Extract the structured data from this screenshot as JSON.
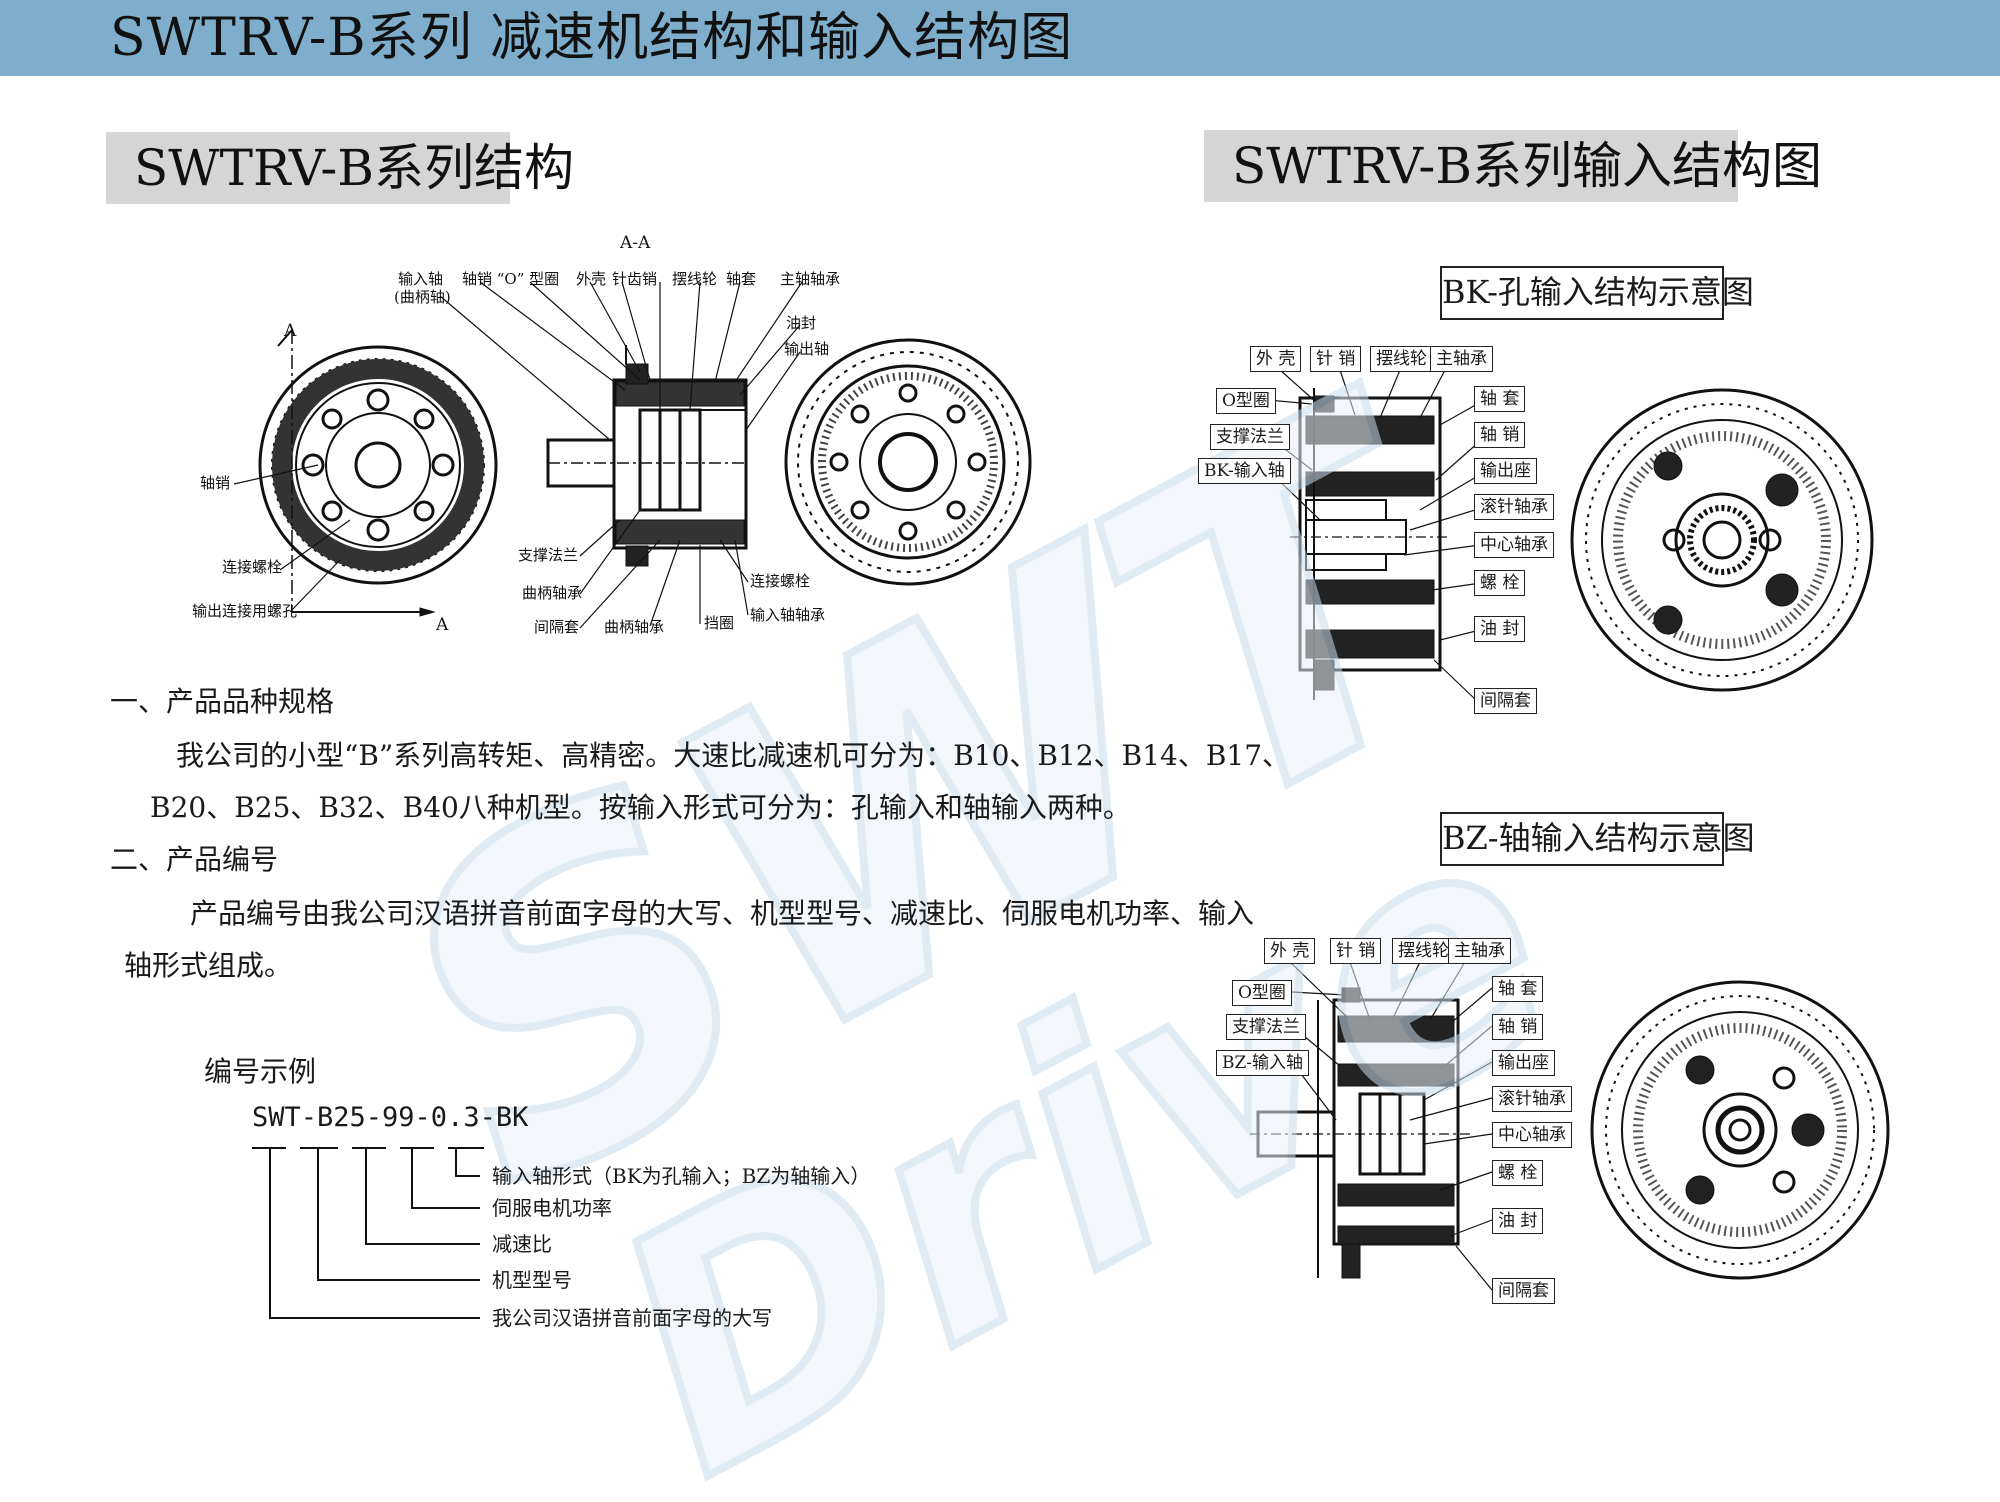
{
  "header": {
    "title": "SWTRV-B系列  减速机结构和输入结构图"
  },
  "left_section": {
    "heading": "SWTRV-B系列结构",
    "diagram": {
      "section_mark": "A-A",
      "view_mark_top": "A",
      "view_mark_bottom": "A",
      "labels": {
        "input_shaft": "输入轴",
        "input_shaft_sub": "(曲柄轴)",
        "pin_o_ring": "轴销 “O” 型圈",
        "housing": "外壳",
        "needle_pin": "针齿销",
        "cycloid": "摆线轮",
        "sleeve": "轴套",
        "main_bearing": "主轴轴承",
        "oil_seal": "油封",
        "output_shaft": "输出轴",
        "pin": "轴销",
        "bolt": "连接螺栓",
        "output_hole": "输出连接用螺孔",
        "support_flange": "支撑法兰",
        "crank_bearing": "曲柄轴承",
        "spacer": "间隔套",
        "crank_bearing2": "曲柄轴承",
        "retainer": "挡圈",
        "input_bearing": "输入轴轴承",
        "bolt2": "连接螺栓"
      }
    }
  },
  "right_section": {
    "heading": "SWTRV-B系列输入结构图",
    "bk": {
      "title": "BK-孔输入结构示意图",
      "tags_top": [
        "外 壳",
        "针 销",
        "摆线轮",
        "主轴承"
      ],
      "tags_left": [
        "O型圈",
        "支撑法兰",
        "BK-输入轴"
      ],
      "tags_right": [
        "轴 套",
        "轴 销",
        "输出座",
        "滚针轴承",
        "中心轴承",
        "螺 栓",
        "油 封",
        "间隔套"
      ]
    },
    "bz": {
      "title": "BZ-轴输入结构示意图",
      "tags_top": [
        "外 壳",
        "针 销",
        "摆线轮",
        "主轴承"
      ],
      "tags_left": [
        "O型圈",
        "支撑法兰",
        "BZ-输入轴"
      ],
      "tags_right": [
        "轴 套",
        "轴 销",
        "输出座",
        "滚针轴承",
        "中心轴承",
        "螺 栓",
        "油 封",
        "间隔套"
      ]
    }
  },
  "specs": {
    "heading1": "一、产品品种规格",
    "para1_line1": "我公司的小型“B”系列高转矩、高精密。大速比减速机可分为：B10、B12、B14、B17、",
    "para1_line2": "B20、B25、B32、B40八种机型。按输入形式可分为：孔输入和轴输入两种。",
    "heading2": "二、产品编号",
    "para2_line1": "产品编号由我公司汉语拼音前面字母的大写、机型型号、减速比、伺服电机功率、输入",
    "para2_line2": "轴形式组成。"
  },
  "code_example": {
    "label": "编号示例",
    "code": "SWT-B25-99-0.3-BK",
    "parts": [
      "输入轴形式（BK为孔输入；BZ为轴输入）",
      "伺服电机功率",
      "减速比",
      "机型型号",
      "我公司汉语拼音前面字母的大写"
    ]
  },
  "watermark": {
    "line1": "SWT",
    "line2": "Drive"
  },
  "colors": {
    "topbar": "#7faecc",
    "heading_bg": "#d5d5d5",
    "watermark": "#c9dcea"
  }
}
